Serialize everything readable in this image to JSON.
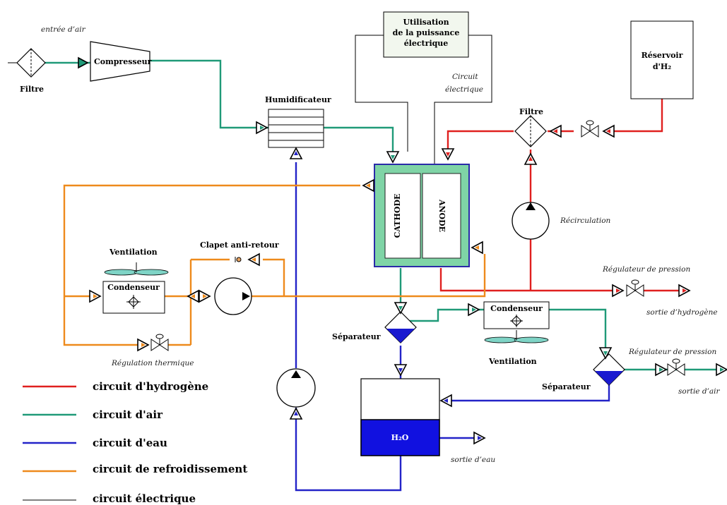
{
  "labels": {
    "entree_air": "entrée d’air",
    "filtre1": "Filtre",
    "compresseur": "Compresseur",
    "utilisation_l1": "Utilisation",
    "utilisation_l2": "de la puissance",
    "utilisation_l3": "électrique",
    "circuit_elec_l1": "Circuit",
    "circuit_elec_l2": "électrique",
    "reservoir_l1": "Réservoir",
    "reservoir_l2": "d'H₂",
    "humidificateur": "Humidificateur",
    "filtre2": "Filtre",
    "cathode": "CATHODE",
    "anode": "ANODE",
    "recirculation": "Récirculation",
    "ventilation1": "Ventilation",
    "clapet": "Clapet anti-retour",
    "condenseur1": "Condenseur",
    "regulation_thermique": "Régulation thermique",
    "regulateur_pression1": "Régulateur de pression",
    "sortie_hydrogene": "sortie d’hydrogène",
    "separateur1": "Séparateur",
    "condenseur2": "Condenseur",
    "ventilation2": "Ventilation",
    "regulateur_pression2": "Régulateur de pression",
    "separateur2": "Séparateur",
    "sortie_air": "sortie d’air",
    "h2o": "H₂O",
    "sortie_eau": "sortie d’eau"
  },
  "legend": [
    {
      "label": "circuit d'hydrogène",
      "color": "#e0201f"
    },
    {
      "label": "circuit d'air",
      "color": "#1f9a78"
    },
    {
      "label": "circuit d'eau",
      "color": "#2323c8"
    },
    {
      "label": "circuit de refroidissement",
      "color": "#ee8a1c"
    },
    {
      "label": "circuit électrique",
      "color": "#000000"
    }
  ]
}
